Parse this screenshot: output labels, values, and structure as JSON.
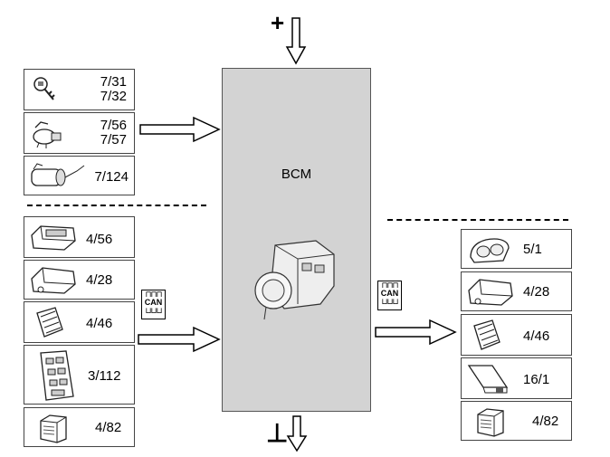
{
  "bcm": {
    "label": "BCM"
  },
  "power": {
    "plus_symbol": "+",
    "ground_symbol": "⊥"
  },
  "can_badge": {
    "label": "CAN"
  },
  "inputs_top": [
    {
      "icon": "key-icon",
      "code": "7/31\n7/32"
    },
    {
      "icon": "brake-switch-icon",
      "code": "7/56\n7/57"
    },
    {
      "icon": "sensor-probe-icon",
      "code": "7/124"
    }
  ],
  "inputs_bottom": [
    {
      "icon": "control-unit-icon",
      "code": "4/56"
    },
    {
      "icon": "control-unit-icon",
      "code": "4/28"
    },
    {
      "icon": "connector-module-icon",
      "code": "4/46"
    },
    {
      "icon": "fuse-box-icon",
      "code": "3/112"
    },
    {
      "icon": "actuator-module-icon",
      "code": "4/82"
    }
  ],
  "outputs": [
    {
      "icon": "instrument-cluster-icon",
      "code": "5/1"
    },
    {
      "icon": "control-unit-icon",
      "code": "4/28"
    },
    {
      "icon": "connector-module-icon",
      "code": "4/46"
    },
    {
      "icon": "display-panel-icon",
      "code": "16/1"
    },
    {
      "icon": "actuator-module-icon",
      "code": "4/82"
    }
  ]
}
